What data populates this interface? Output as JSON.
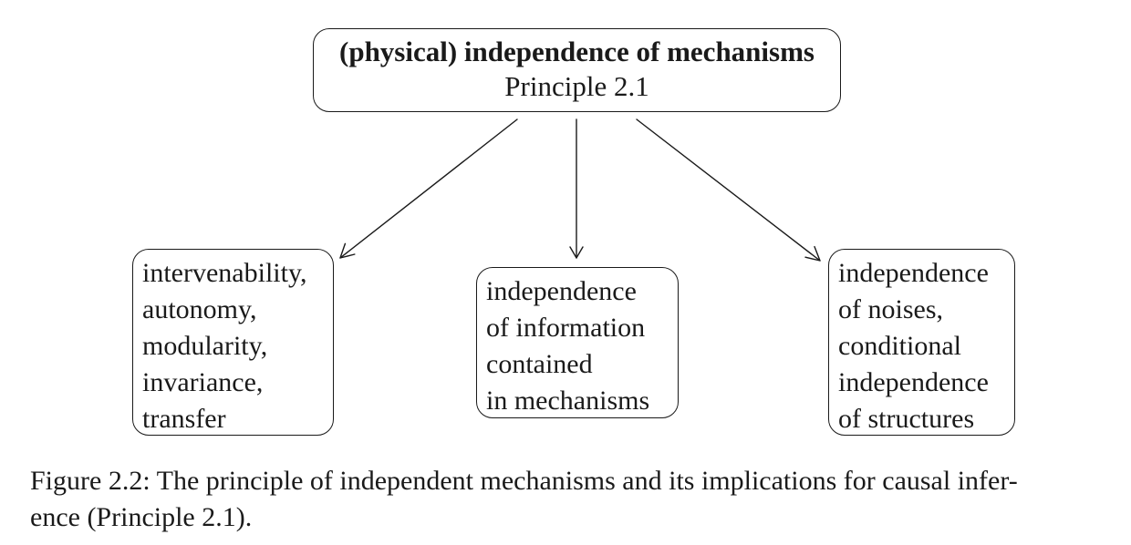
{
  "diagram": {
    "top_node": {
      "title": "(physical) independence of mechanisms",
      "subtitle": "Principle 2.1"
    },
    "left_node": {
      "lines": [
        "intervenability,",
        "autonomy,",
        "modularity,",
        "invariance,",
        "transfer"
      ]
    },
    "middle_node": {
      "lines": [
        "independence",
        "of information",
        "contained",
        "in mechanisms"
      ]
    },
    "right_node": {
      "lines": [
        "independence",
        "of noises,",
        "conditional",
        "independence",
        "of structures"
      ]
    },
    "edges": [
      {
        "from": "top_node",
        "to": "left_node"
      },
      {
        "from": "top_node",
        "to": "middle_node"
      },
      {
        "from": "top_node",
        "to": "right_node"
      }
    ]
  },
  "caption": {
    "lines": [
      "Figure 2.2: The principle of independent mechanisms and its implications for causal infer-",
      "ence (Principle 2.1)."
    ]
  }
}
